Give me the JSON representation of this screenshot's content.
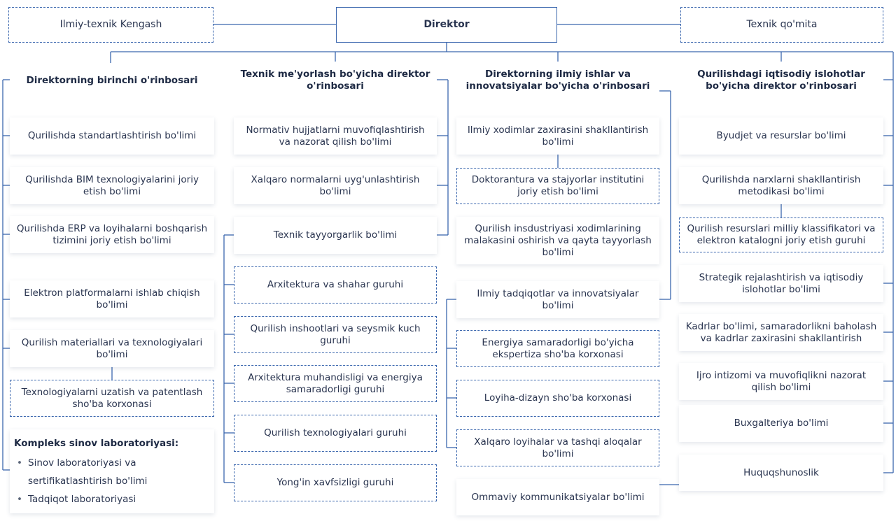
{
  "top": {
    "left": "Ilmiy-texnik Kengash",
    "director": "Direktor",
    "right": "Texnik qo'mita"
  },
  "col1": {
    "head": "Direktorning birinchi o'rinbosari",
    "items": [
      "Qurilishda standartlashtirish bo'limi",
      "Qurilishda BIM texnologiyalarini joriy etish bo'limi",
      "Qurilishda ERP va loyihalarni boshqarish tizimini joriy etish bo'limi",
      "Elektron platformalarni ishlab chiqish bo'limi",
      "Qurilish materiallari va texnologiyalari bo'limi",
      "Texnologiyalarni uzatish va patentlash sho'ba korxonasi"
    ],
    "lab": {
      "title": "Kompleks sinov laboratoriyasi:",
      "items": [
        "Sinov laboratoriyasi va sertifikatlashtirish bo'limi",
        "Tadqiqot laboratoriyasi"
      ]
    }
  },
  "col2": {
    "head": "Texnik me'yorlash bo'yicha direktor o'rinbosari",
    "items": [
      "Normativ hujjatlarni muvofiqlashtirish va nazorat qilish bo'limi",
      "Xalqaro normalarni uyg'unlashtirish bo'limi",
      "Texnik tayyorgarlik bo'limi",
      "Arxitektura va shahar guruhi",
      "Qurilish inshootlari va seysmik kuch guruhi",
      "Arxitektura muhandisligi va energiya samaradorligi guruhi",
      "Qurilish texnologiyalari guruhi",
      "Yong'in xavfsizligi guruhi"
    ]
  },
  "col3": {
    "head": "Direktorning ilmiy ishlar va innovatsiyalar bo'yicha o'rinbosari",
    "items": [
      "Ilmiy xodimlar zaxirasini shakllantirish bo'limi",
      "Doktorantura va stajyorlar institutini joriy etish bo'limi",
      "Qurilish insdustriyasi xodimlarining malakasini oshirish va qayta tayyorlash bo'limi",
      "Ilmiy tadqiqotlar va innovatsiyalar bo'limi",
      "Energiya samaradorligi bo'yicha ekspertiza sho'ba korxonasi",
      "Loyiha-dizayn sho'ba korxonasi",
      "Xalqaro loyihalar va tashqi aloqalar bo'limi",
      "Ommaviy kommunikatsiyalar bo'limi"
    ]
  },
  "col4": {
    "head": "Qurilishdagi iqtisodiy islohotlar bo'yicha direktor o'rinbosari",
    "items": [
      "Byudjet va resurslar bo'limi",
      "Qurilishda narxlarni shakllantirish metodikasi bo'limi",
      "Qurilish resurslari milliy klassifikatori va elektron katalogni joriy etish guruhi",
      "Strategik rejalashtirish va iqtisodiy islohotlar bo'limi",
      "Kadrlar bo'limi, samaradorlikni baholash va kadrlar zaxirasini shakllantirish",
      "Ijro intizomi va muvofiqlikni nazorat qilish bo'limi",
      "Buxgalteriya bo'limi",
      "Huquqshunoslik"
    ]
  },
  "colors": {
    "line": "#3b67ae",
    "dashed_border": "#3b67ae",
    "text": "#2a3550"
  }
}
